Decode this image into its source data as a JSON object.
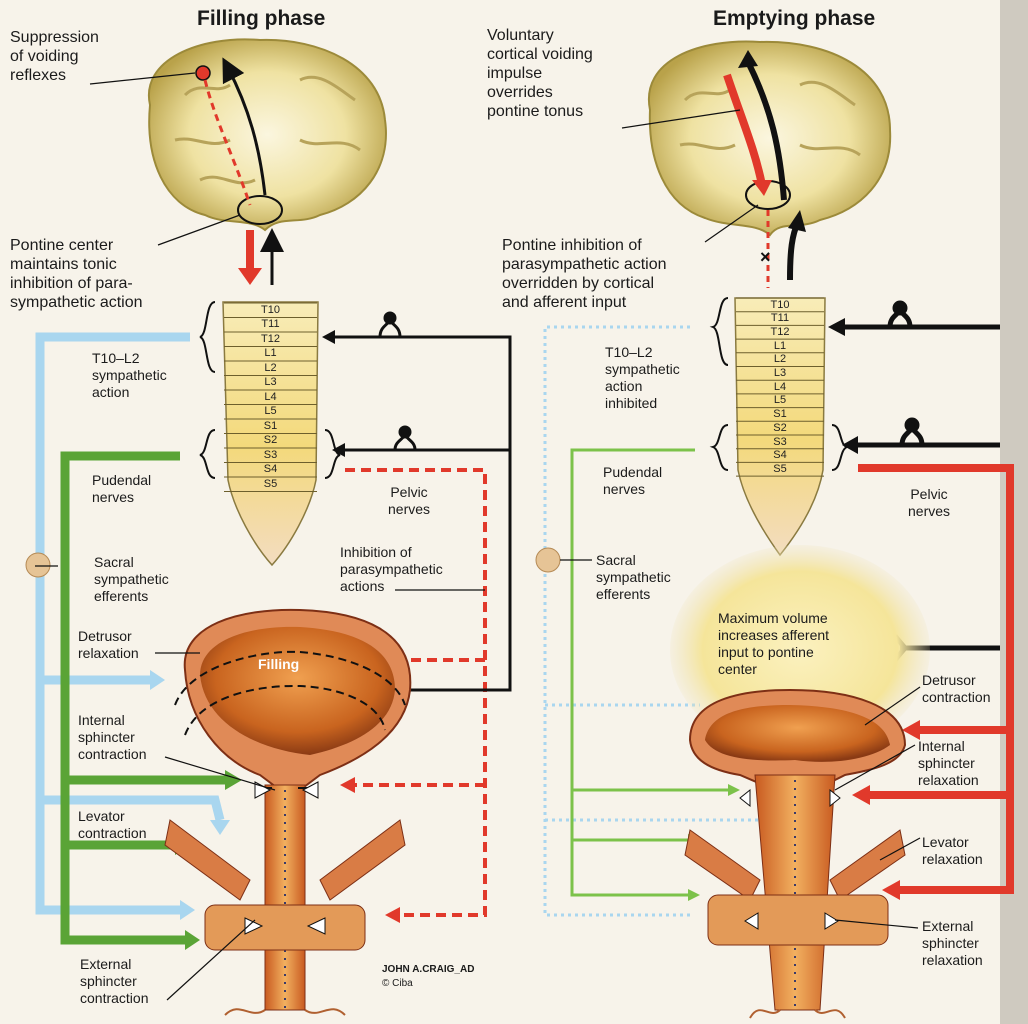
{
  "filling": {
    "title": "Filling phase",
    "suppression": "Suppression\nof voiding\nreflexes",
    "pontine": "Pontine center\nmaintains tonic\ninhibition of para-\nsympathetic action",
    "sympathetic": "T10–L2\nsympathetic\naction",
    "pudendal": "Pudendal\nnerves",
    "pelvic": "Pelvic\nnerves",
    "sacral": "Sacral\nsympathetic\nefferents",
    "inhibition": "Inhibition of\nparasympathetic\nactions",
    "detrusor": "Detrusor\nrelaxation",
    "bladder_label": "Filling",
    "internal": "Internal\nsphincter\ncontraction",
    "levator": "Levator\ncontraction",
    "external": "External\nsphincter\ncontraction"
  },
  "emptying": {
    "title": "Emptying phase",
    "voluntary": "Voluntary\ncortical voiding\nimpulse\noverrides\npontine tonus",
    "pontine": "Pontine inhibition of\nparasympathetic action\noverridden by cortical\nand afferent input",
    "sympathetic": "T10–L2\nsympathetic\naction\ninhibited",
    "pudendal": "Pudendal\nnerves",
    "pelvic": "Pelvic\nnerves",
    "sacral": "Sacral\nsympathetic\nefferents",
    "max_volume": "Maximum volume\nincreases afferent\ninput to pontine\ncenter",
    "detrusor": "Detrusor\ncontraction",
    "internal": "Internal\nsphincter\nrelaxation",
    "levator": "Levator\nrelaxation",
    "external": "External\nsphincter\nrelaxation"
  },
  "segments": [
    "T10",
    "T11",
    "T12",
    "L1",
    "L2",
    "L3",
    "L4",
    "L5",
    "S1",
    "S2",
    "S3",
    "S4",
    "S5"
  ],
  "signature": "JOHN A.CRAIG_AD",
  "copyright": "© Ciba",
  "colors": {
    "sympathetic": "#a9d6ef",
    "pudendal": "#5aa436",
    "pelvic": "#e1392b",
    "afferent": "#111111",
    "cord": "#f3dc86",
    "tissue": "#d9753a"
  }
}
